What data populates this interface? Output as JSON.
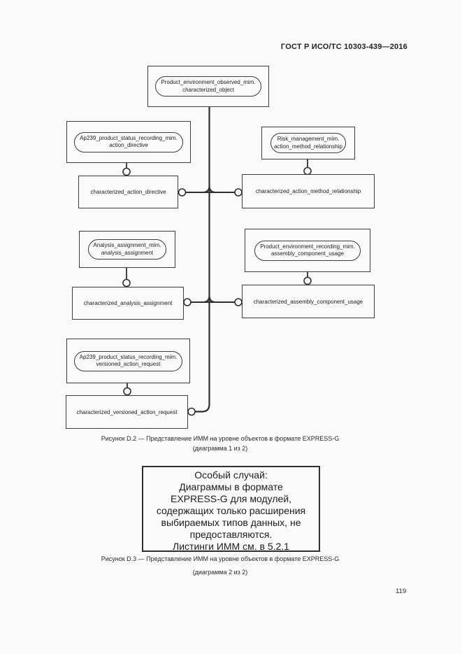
{
  "header": {
    "title": "ГОСТ Р ИСО/ТС 10303-439—2016"
  },
  "diagram": {
    "refs": {
      "observed": {
        "line1": "Product_environment_observed_mim.",
        "line2": "characterized_object"
      },
      "action_directive": {
        "line1": "Ap239_product_status_recording_mim.",
        "line2": "action_directive"
      },
      "risk": {
        "line1": "Risk_management_mim.",
        "line2": "action_method_relationship"
      },
      "analysis": {
        "line1": "Analysis_assignment_mim.",
        "line2": "analysis_assignment"
      },
      "recording": {
        "line1": "Product_environment_recording_mim.",
        "line2": "assembly_component_usage"
      },
      "versioned": {
        "line1": "Ap239_product_status_recording_mim.",
        "line2": "versioned_action_request"
      }
    },
    "entities": {
      "action_directive": "characterized_action_directive",
      "action_method_relationship": "characterized_action_method_relationship",
      "analysis_assignment": "characterized_analysis_assignment",
      "assembly_component_usage": "characterized_assembly_component_usage",
      "versioned_action_request": "characterized_versioned_action_request"
    }
  },
  "captions": {
    "d2": {
      "line1": "Рисунок D.2 — Представление ИММ на уровне объектов в формате EXPRESS-G",
      "line2": "(диаграмма 1 из 2)"
    },
    "d3": {
      "line1": "Рисунок D.3 — Представление ИММ на уровне объектов в формате EXPRESS-G",
      "line2": "(диаграмма 2 из 2)"
    }
  },
  "special_case": {
    "lines": [
      "Особый случай:",
      "Диаграммы в формате",
      "EXPRESS-G для модулей,",
      "содержащих только расширения",
      "выбираемых типов данных, не",
      "предоставляются.",
      "Листинги ИММ см. в 5.2.1"
    ]
  },
  "footer": {
    "page_number": "119"
  },
  "colors": {
    "background": "#fafafa",
    "line": "#2f2f2f",
    "text": "#1c1c1c"
  }
}
